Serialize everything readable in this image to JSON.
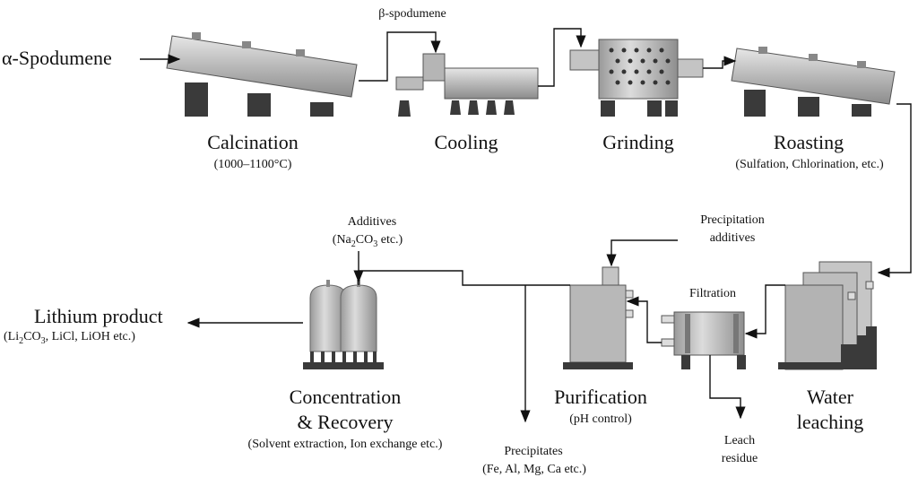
{
  "feed": {
    "label": "α-Spodumene",
    "intermediate": "β-spodumene"
  },
  "steps": {
    "calcination": {
      "title": "Calcination",
      "detail": "(1000–1100°C)"
    },
    "cooling": {
      "title": "Cooling"
    },
    "grinding": {
      "title": "Grinding"
    },
    "roasting": {
      "title": "Roasting",
      "detail": "(Sulfation, Chlorination, etc.)"
    },
    "water_leaching": {
      "title_line1": "Water",
      "title_line2": "leaching"
    },
    "filtration": {
      "title": "Filtration"
    },
    "purification": {
      "title": "Purification",
      "detail": "(pH control)"
    },
    "concentration": {
      "title_line1": "Concentration",
      "title_line2": "& Recovery",
      "detail": "(Solvent extraction, Ion exchange etc.)"
    }
  },
  "inputs": {
    "precipitation_additives_line1": "Precipitation",
    "precipitation_additives_line2": "additives",
    "additives": "Additives",
    "additives_example_prefix": "(Na",
    "additives_example_sub1": "2",
    "additives_example_mid": "CO",
    "additives_example_sub2": "3",
    "additives_example_suffix": " etc.)"
  },
  "outputs": {
    "leach_residue_line1": "Leach",
    "leach_residue_line2": "residue",
    "precipitates": "Precipitates",
    "precipitates_detail": "(Fe, Al, Mg, Ca etc.)",
    "product": "Lithium product",
    "product_detail_a": "(Li",
    "product_detail_sub": "2",
    "product_detail_b": "CO",
    "product_detail_sub2": "3",
    "product_detail_c": ", LiCl, LiOH etc.)"
  },
  "colors": {
    "equipment": "#b8b8b8",
    "support": "#3a3a3a",
    "line": "#111111"
  }
}
